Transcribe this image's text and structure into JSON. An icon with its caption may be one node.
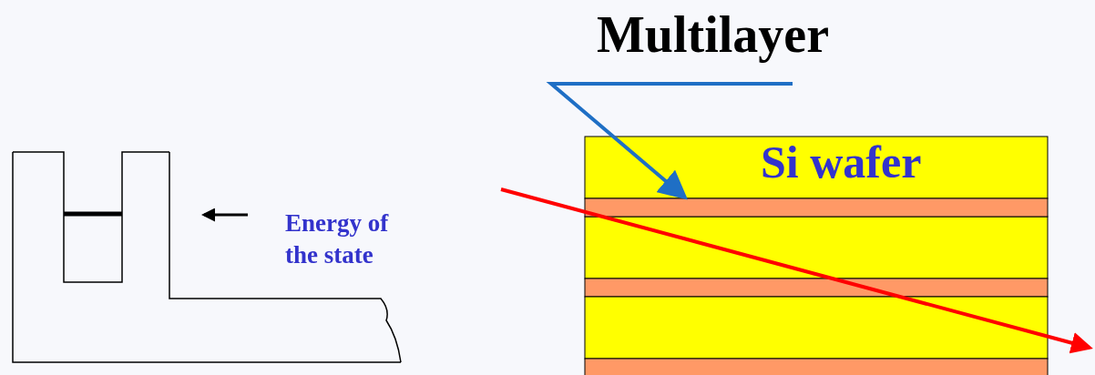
{
  "diagram": {
    "nodes": [
      {
        "text": [
          "Multilayer"
        ]
      },
      {
        "text": [],
        "shape": "bar"
      }
    ],
    "edges": [
      {
        "from": 0,
        "to": 1,
        "arrow": "to"
      }
    ],
    "labels": [
      "Si wafer",
      "Energy of the state"
    ]
  }
}
